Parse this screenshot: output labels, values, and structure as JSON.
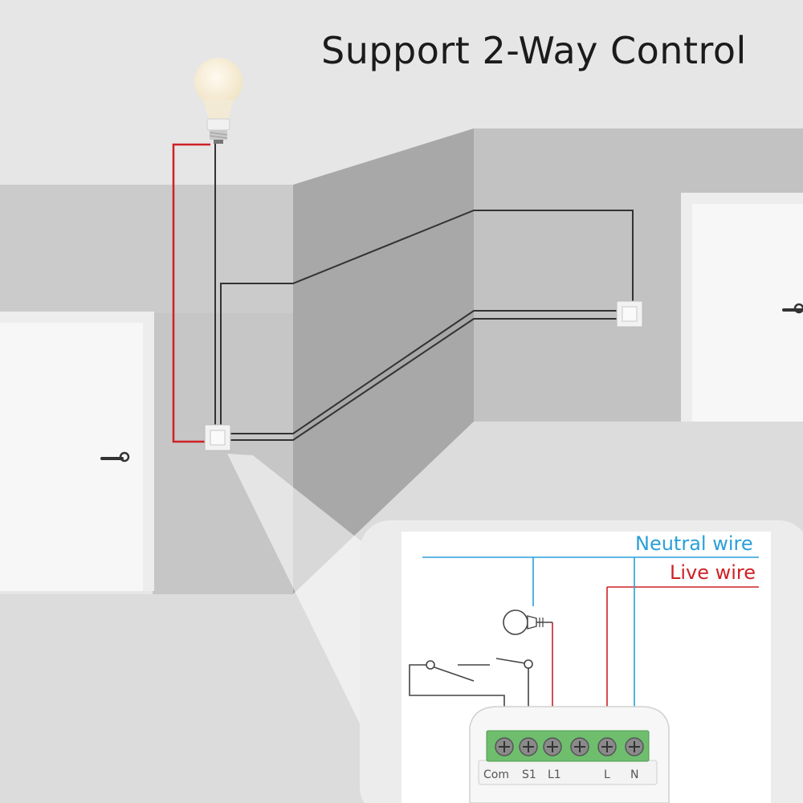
{
  "title": "Support 2-Way Control",
  "wires": {
    "neutral_label": "Neutral wire",
    "live_label": "Live wire",
    "neutral_color": "#2a9fd8",
    "live_color": "#cf2126"
  },
  "terminals": {
    "com": "Com",
    "s1": "S1",
    "l1": "L1",
    "l": "L",
    "n": "N"
  },
  "colors": {
    "terminal_block": "#6ebe6e",
    "wall_light": "#d6d6d6",
    "wall_dark": "#a9a9a9",
    "door": "#f5f5f5"
  }
}
